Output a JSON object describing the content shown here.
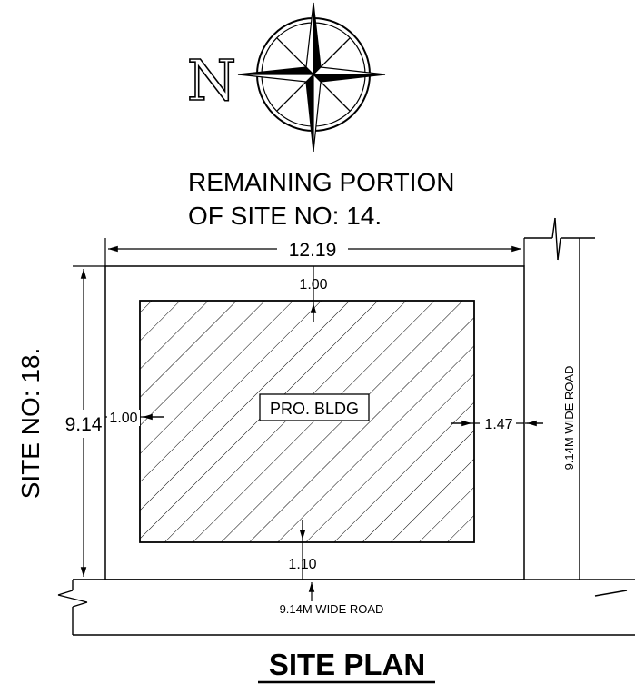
{
  "compass": {
    "north_letter": "N"
  },
  "labels": {
    "remaining_portion_line1": "REMAINING PORTION",
    "remaining_portion_line2": "OF SITE NO: 14.",
    "site_no_18": "SITE NO: 18.",
    "building": "PRO. BLDG",
    "road_bottom": "9.14M WIDE ROAD",
    "road_right": "9.14M WIDE ROAD",
    "title": "SITE PLAN"
  },
  "dimensions": {
    "site_width": "12.19",
    "site_depth": "9.14",
    "setback_north": "1.00",
    "setback_west": "1.00",
    "setback_east": "1.47",
    "setback_south": "1.10"
  }
}
